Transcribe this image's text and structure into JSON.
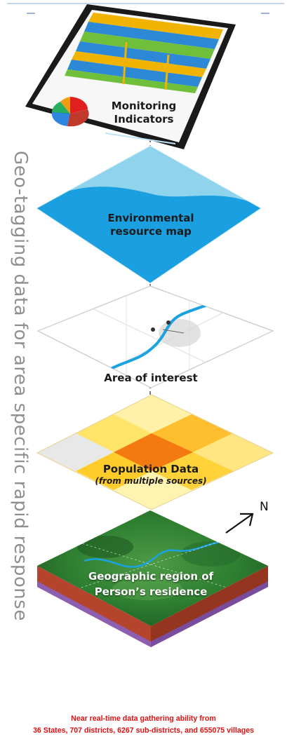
{
  "side_title": "Geo-tagging data for area specific rapid response",
  "layers": [
    {
      "id": "monitoring",
      "line1": "Monitoring",
      "line2": "Indicators"
    },
    {
      "id": "environmental",
      "line1": "Environmental",
      "line2": "resource map"
    },
    {
      "id": "area",
      "line1": "Area of interest"
    },
    {
      "id": "population",
      "line1": "Population Data",
      "line2": "(from multiple sources)"
    },
    {
      "id": "geographic",
      "line1": "Geographic region of",
      "line2": "Person’s residence"
    }
  ],
  "north_label": "N",
  "footer": {
    "line1": "Near real-time data gathering ability from",
    "line2": "36 States, 707 districts, 6267 sub-districts, and 655075 villages"
  },
  "colors": {
    "env_light": "#8fd3ec",
    "env_dark": "#1a9fe0",
    "river": "#1aa3e0",
    "footer_text": "#e01010",
    "title_text": "#8f8f8f"
  }
}
